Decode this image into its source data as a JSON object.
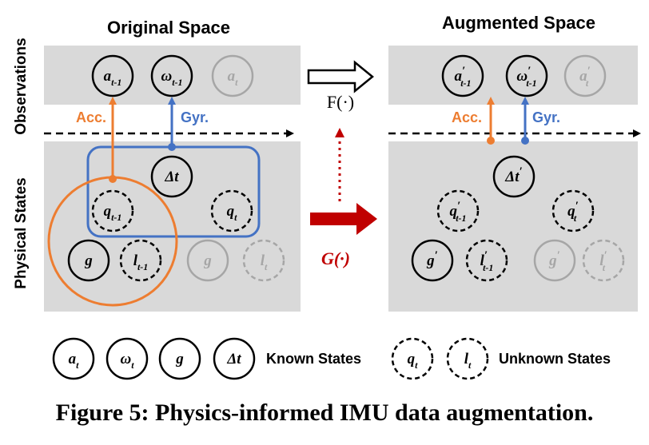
{
  "titles": {
    "original": "Original Space",
    "augmented": "Augmented Space"
  },
  "row_labels": {
    "observations": "Observations",
    "physical_states": "Physical States"
  },
  "arrow_labels": {
    "acc_left": "Acc.",
    "gyr_left": "Gyr.",
    "acc_right": "Acc.",
    "gyr_right": "Gyr."
  },
  "functions": {
    "f": "F(·)",
    "g": "G(·)"
  },
  "nodes_original": {
    "a_prev": {
      "base": "a",
      "sub": "t-1"
    },
    "w_prev": {
      "base": "ω",
      "sub": "t-1"
    },
    "a_t": {
      "base": "a",
      "sub": "t"
    },
    "dt": {
      "base": "Δt"
    },
    "q_prev": {
      "base": "q",
      "sub": "t-1"
    },
    "q_t": {
      "base": "q",
      "sub": "t"
    },
    "g": {
      "base": "g"
    },
    "l_prev": {
      "base": "l",
      "sub": "t-1"
    },
    "g_faded": {
      "base": "g"
    },
    "l_faded": {
      "base": "l",
      "sub": "t"
    }
  },
  "nodes_augmented": {
    "a_prev": {
      "base": "a",
      "prime": "′",
      "sub": "t-1"
    },
    "w_prev": {
      "base": "ω",
      "prime": "′",
      "sub": "t-1"
    },
    "a_t": {
      "base": "a",
      "prime": "′",
      "sub": "t"
    },
    "dt": {
      "base": "Δt",
      "prime": "′"
    },
    "q_prev": {
      "base": "q",
      "prime": "′",
      "sub": "t-1"
    },
    "q_t": {
      "base": "q",
      "prime": "′",
      "sub": "t"
    },
    "g": {
      "base": "g",
      "prime": "′"
    },
    "l_prev": {
      "base": "l",
      "prime": "′",
      "sub": "t-1"
    },
    "g_faded": {
      "base": "g",
      "prime": "′"
    },
    "l_faded": {
      "base": "l",
      "prime": "′",
      "sub": "t"
    }
  },
  "legend": {
    "known": [
      {
        "base": "a",
        "sub": "t"
      },
      {
        "base": "ω",
        "sub": "t"
      },
      {
        "base": "g"
      },
      {
        "base": "Δt"
      }
    ],
    "known_label": "Known States",
    "unknown": [
      {
        "base": "q",
        "sub": "t"
      },
      {
        "base": "l",
        "sub": "t"
      }
    ],
    "unknown_label": "Unknown States"
  },
  "caption": "Figure 5: Physics-informed IMU data augmentation.",
  "colors": {
    "panel_gray": "#d9d9d9",
    "acc_orange": "#ed7d31",
    "gyr_blue": "#4472c4",
    "g_red": "#c00000",
    "faded": "#a6a6a6"
  }
}
